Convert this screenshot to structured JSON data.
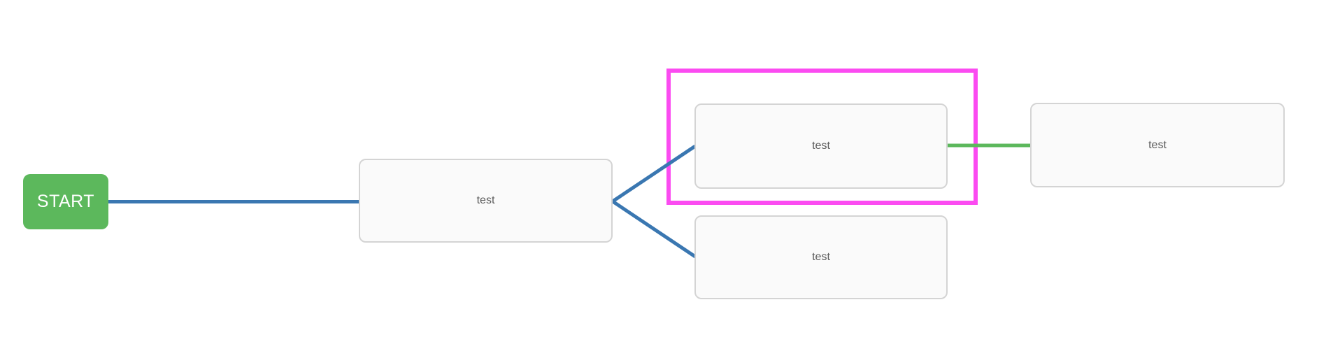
{
  "diagram": {
    "nodes": [
      {
        "id": "start",
        "label": "START",
        "type": "start"
      },
      {
        "id": "n1",
        "label": "test",
        "type": "task"
      },
      {
        "id": "n2",
        "label": "test",
        "type": "task",
        "selected": true
      },
      {
        "id": "n3",
        "label": "test",
        "type": "task"
      },
      {
        "id": "n4",
        "label": "test",
        "type": "task"
      }
    ],
    "edges": [
      {
        "from": "start",
        "to": "n1",
        "color": "blue"
      },
      {
        "from": "n1",
        "to": "n2",
        "color": "blue"
      },
      {
        "from": "n1",
        "to": "n3",
        "color": "blue"
      },
      {
        "from": "n2",
        "to": "n4",
        "color": "green"
      }
    ],
    "colors": {
      "start_bg": "#5cb85c",
      "edge_blue": "#3a77b1",
      "edge_green": "#5cb85c",
      "selection": "#fb4bf1",
      "node_bg": "#fafafa",
      "node_border": "#d4d4d4",
      "node_text": "#5b5b5b"
    }
  }
}
